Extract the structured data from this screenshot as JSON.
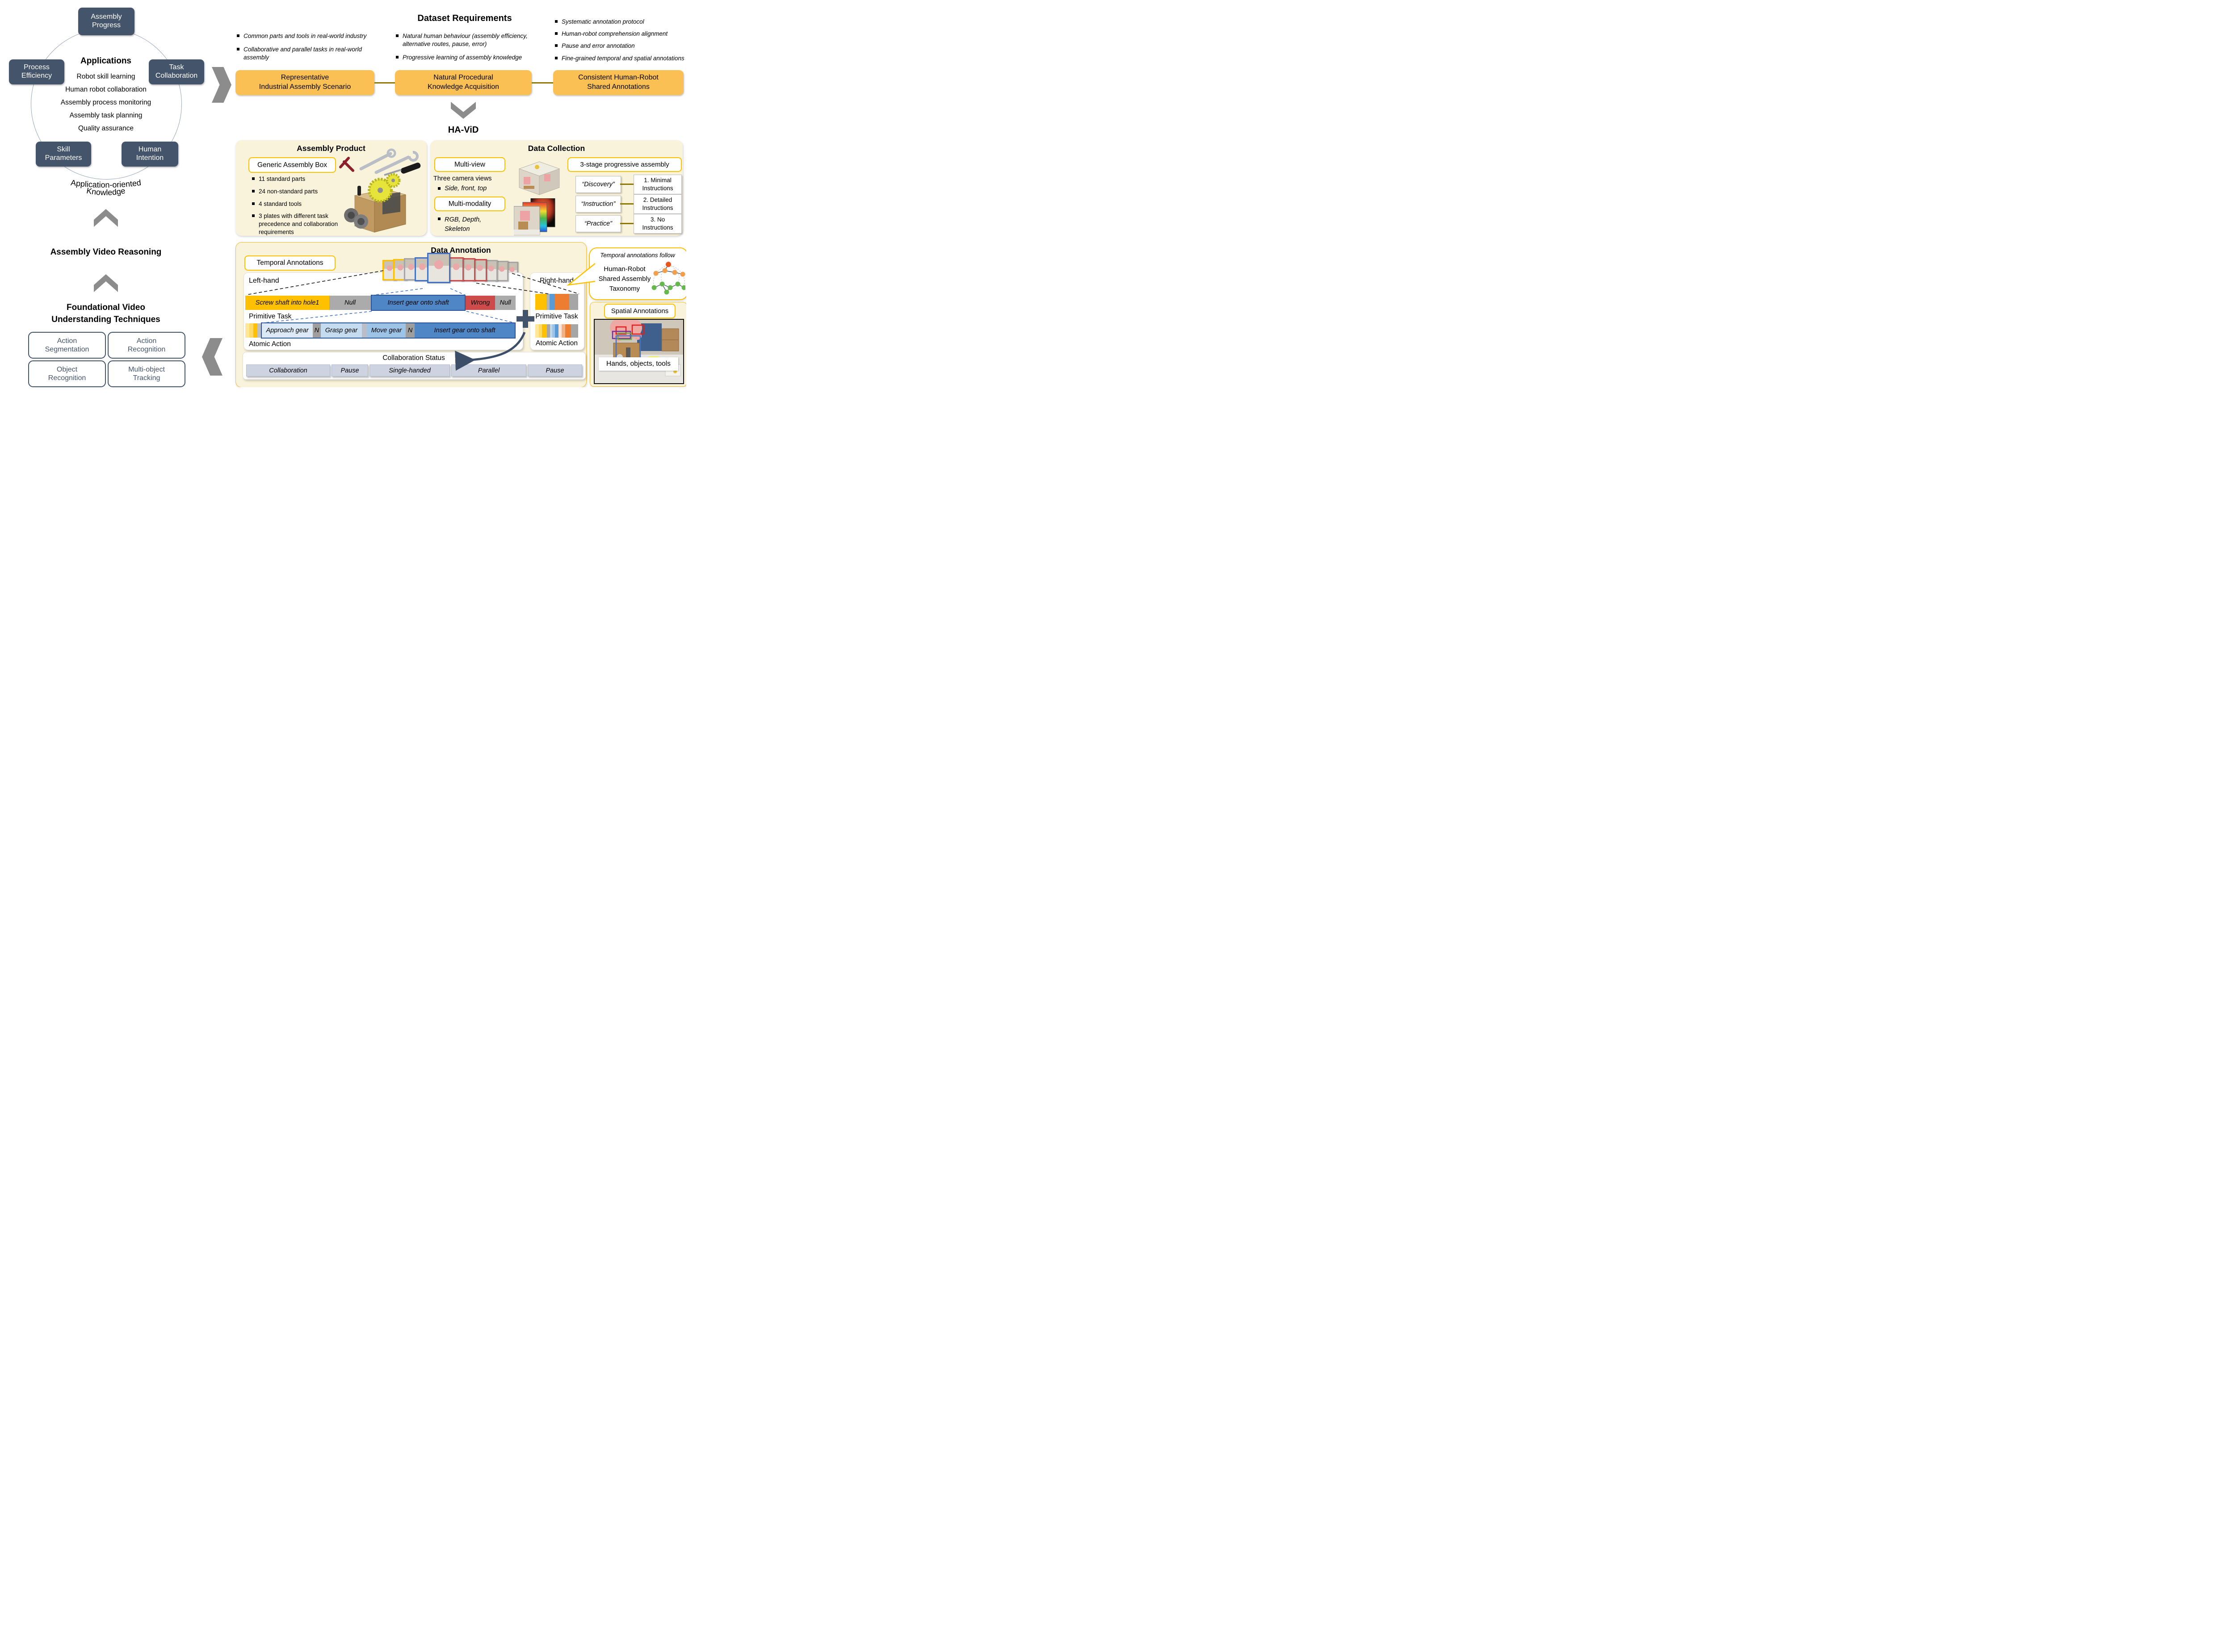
{
  "palette": {
    "dark_slate": "#44546A",
    "orange_box": "#FBC053",
    "cream_panel": "#FAF3DB",
    "accent_yellow": "#FFC000",
    "primitive_blue": "#4F86C6",
    "wrong_red": "#CE4B4B",
    "null_gray": "#ABABAB",
    "taxonomy_orange": "#F49E4C",
    "taxonomy_green": "#67B84C",
    "chevron_gray": "#8C8C8C"
  },
  "left": {
    "apps": {
      "title": "Applications",
      "items": [
        "Robot skill learning",
        "Human robot collaboration",
        "Assembly process monitoring",
        "Assembly task planning",
        "Quality assurance"
      ]
    },
    "boxes": {
      "top": "Assembly\nProgress",
      "left": "Process\nEfficiency",
      "right": "Task\nCollaboration",
      "bottom_left": "Skill\nParameters",
      "bottom_right": "Human\nIntention"
    },
    "curved_text_line1": "Application-oriented",
    "curved_text_line2": "Knowledge",
    "reasoning_title": "Assembly Video Reasoning",
    "foundation_title": "Foundational Video\nUnderstanding Techniques",
    "foundation_boxes": [
      "Action\nSegmentation",
      "Action\nRecognition",
      "Object\nRecognition",
      "Multi-object\nTracking"
    ]
  },
  "requirements": {
    "title": "Dataset Requirements",
    "col1": [
      "Common parts and tools in real-world industry",
      "Collaborative and parallel tasks in real-world assembly"
    ],
    "col2": [
      "Natural human behaviour (assembly efficiency, alternative routes, pause, error)",
      "Progressive learning of assembly knowledge"
    ],
    "col3": [
      "Systematic annotation protocol",
      "Human-robot comprehension alignment",
      "Pause and error annotation",
      "Fine-grained temporal and spatial annotations"
    ],
    "boxes": [
      "Representative\nIndustrial Assembly Scenario",
      "Natural Procedural\nKnowledge Acquisition",
      "Consistent Human-Robot\nShared Annotations"
    ]
  },
  "havid_label": "HA-ViD",
  "assembly_product": {
    "title": "Assembly Product",
    "badge": "Generic Assembly Box",
    "bullets": [
      "11 standard parts",
      "24 non-standard parts",
      "4 standard tools",
      "3 plates with different task precedence and collaboration requirements"
    ]
  },
  "data_collection": {
    "title": "Data Collection",
    "multi_view": "Multi-view",
    "camera_text": "Three camera views",
    "camera_bullet": "Side, front, top",
    "multi_modality": "Multi-modality",
    "modality_bullet": "RGB, Depth, Skeleton",
    "stage_title": "3-stage progressive assembly",
    "stages": [
      {
        "quote": "“Discovery”",
        "instruction": "1. Minimal\nInstructions"
      },
      {
        "quote": "“Instruction”",
        "instruction": "2. Detailed\nInstructions"
      },
      {
        "quote": "“Practice”",
        "instruction": "3.    No\nInstructions"
      }
    ]
  },
  "data_annotation": {
    "title": "Data Annotation",
    "temporal_badge": "Temporal Annotations",
    "left_hand": "Left-hand",
    "right_hand": "Right-hand",
    "primitive_task_label": "Primitive Task",
    "atomic_action_label": "Atomic Action",
    "primitive_segments": [
      {
        "label": "Screw shaft into hole1",
        "color": "#FFC000"
      },
      {
        "label": "Null",
        "color": "#ABABAB"
      },
      {
        "label": "Insert gear onto shaft",
        "color": "#4F86C6"
      },
      {
        "label": "Wrong",
        "color": "#CE4B4B"
      },
      {
        "label": "Null",
        "color": "#ABABAB"
      }
    ],
    "atomic_segments": [
      {
        "label": "Approach gear",
        "color": "#DCE9F7"
      },
      {
        "label": "N",
        "color": "#9E9E9E"
      },
      {
        "label": "Grasp gear",
        "color": "#C5DCF0"
      },
      {
        "label": "Move gear",
        "color": "#9DC3E6"
      },
      {
        "label": "N",
        "color": "#9E9E9E"
      },
      {
        "label": "Insert gear onto shaft",
        "color": "#4F86C6"
      }
    ],
    "collab_title": "Collaboration Status",
    "collab_segments": [
      "Collaboration",
      "Pause",
      "Single-handed",
      "Parallel",
      "Pause"
    ]
  },
  "taxonomy_bubble": {
    "line1": "Temporal annotations follow",
    "body": "Human-Robot\nShared Assembly\nTaxonomy"
  },
  "spatial": {
    "badge": "Spatial Annotations",
    "caption": "Hands, objects, tools"
  }
}
